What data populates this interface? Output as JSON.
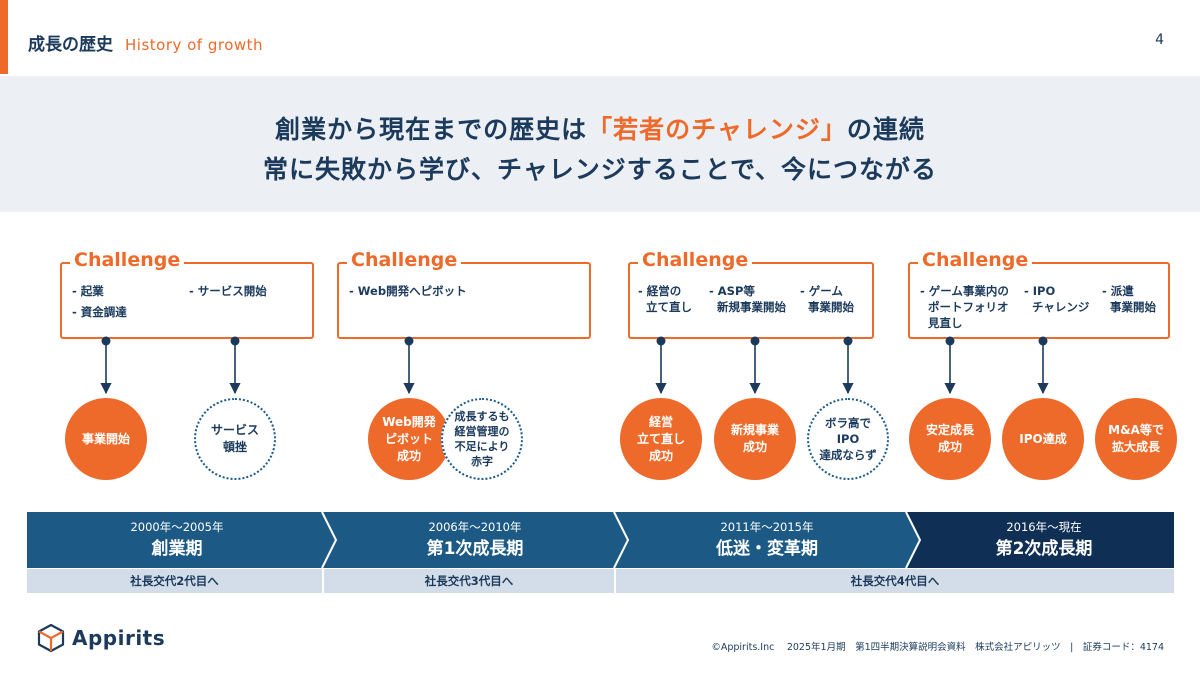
{
  "header": {
    "title_jp": "成長の歴史",
    "title_en": "History of growth",
    "page_number": "4"
  },
  "banner": {
    "line1_pre": "創業から現在までの歴史は",
    "line1_highlight": "「若者のチャレンジ」",
    "line1_post": "の連続",
    "line2": "常に失敗から学び、チャレンジすることで、今につながる"
  },
  "challenge_label": "Challenge",
  "eras": [
    {
      "years": "2000年～2005年",
      "name": "創業期",
      "challenges": [
        "‐ 起業",
        "‐ サービス開始",
        "‐ 資金調達"
      ],
      "circles": [
        {
          "text": "事業開始",
          "style": "solid"
        },
        {
          "text": "サービス\n頓挫",
          "style": "dashed"
        }
      ]
    },
    {
      "years": "2006年～2010年",
      "name": "第1次成長期",
      "challenges": [
        "‐ Web開発へピボット"
      ],
      "circles": [
        {
          "text": "Web開発\nピボット\n成功",
          "style": "solid"
        },
        {
          "text": "成長するも\n経営管理の\n不足により\n赤字",
          "style": "dashed"
        }
      ]
    },
    {
      "years": "2011年～2015年",
      "name": "低迷・変革期",
      "challenges": [
        "‐ 経営の\n  立て直し",
        "‐ ASP等\n  新規事業開始",
        "‐ ゲーム\n  事業開始"
      ],
      "circles": [
        {
          "text": "経営\n立て直し\n成功",
          "style": "solid"
        },
        {
          "text": "新規事業\n成功",
          "style": "solid"
        },
        {
          "text": "ボラ高で\nIPO\n達成ならず",
          "style": "dashed"
        }
      ]
    },
    {
      "years": "2016年～現在",
      "name": "第2次成長期",
      "challenges": [
        "‐ ゲーム事業内の\n  ポートフォリオ\n  見直し",
        "‐ IPO\n  チャレンジ",
        "‐ 派遣\n  事業開始"
      ],
      "circles": [
        {
          "text": "安定成長\n成功",
          "style": "solid"
        },
        {
          "text": "IPO達成",
          "style": "solid"
        },
        {
          "text": "M&A等で\n拡大成長",
          "style": "solid"
        }
      ]
    }
  ],
  "ceo": [
    "社長交代2代目へ",
    "社長交代3代目へ",
    "社長交代4代目へ"
  ],
  "logo_text": "Appirits",
  "footer": "©Appirits.Inc　 2025年1月期　第1四半期決算説明会資料　株式会社アピリッツ　|　証券コード：4174",
  "colors": {
    "orange": "#ee6a2a",
    "navy": "#1b3a5c",
    "blue1": "#1c5a85",
    "blue2": "#0f2f55",
    "band": "#eceff4",
    "ceo_band": "#d3dde9"
  }
}
